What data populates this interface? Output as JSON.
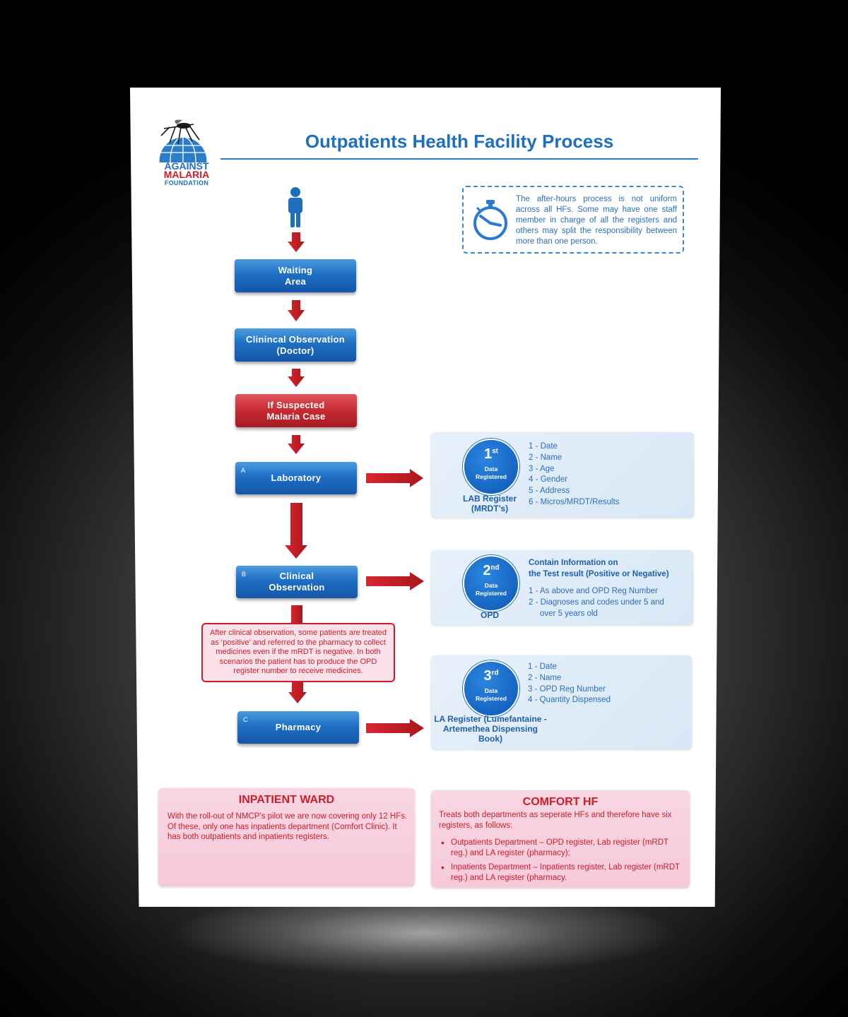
{
  "logo": {
    "line1": "AGAINST",
    "line2": "MALARIA",
    "line3": "FOUNDATION"
  },
  "title": "Outpatients Health Facility Process",
  "note": "The after-hours process is not uniform across all HFs. Some may have one staff member in charge of all the registers and others may split the responsibility between more than one person.",
  "process": {
    "waiting": "Waiting Area",
    "clinical_doctor": "Clinincal Observation (Doctor)",
    "suspected": "If Suspected Malaria Case",
    "lab_letter": "A",
    "lab": "Laboratory",
    "clinical_letter": "B",
    "clinical": "Clinical Observation",
    "pharmacy_letter": "C",
    "pharmacy": "Pharmacy"
  },
  "callout": "After clinical observation, some patients are treated as ‘positive’ and referred to the pharmacy to collect medicines even if the mRDT is negative. In both scenarios the patient has to produce the OPD register number to receive medicines.",
  "registers": [
    {
      "ordinal": "1",
      "suffix": "st",
      "circle_text": "Data Registered",
      "label": "LAB Register (MRDT’s)",
      "items": [
        "1 - Date",
        "2 - Name",
        "3 - Age",
        "4 - Gender",
        "5 - Address",
        "6 - Micros/MRDT/Results"
      ]
    },
    {
      "ordinal": "2",
      "suffix": "nd",
      "circle_text": "Data Registered",
      "label": "OPD",
      "heading_line1": "Contain Information on",
      "heading_line2": "the Test result (Positive or Negative)",
      "items": [
        "1 - As above and OPD Reg Number",
        "2 - Diagnoses and codes under 5 and",
        "over 5 years old"
      ]
    },
    {
      "ordinal": "3",
      "suffix": "rd",
      "circle_text": "Data Registered",
      "label": "LA Register (Lumefantaine - Artemethea Dispensing Book)",
      "items": [
        "1 - Date",
        "2 - Name",
        "3 - OPD Reg Number",
        "4 - Quantity Dispensed"
      ]
    }
  ],
  "inpatient": {
    "heading": "INPATIENT WARD",
    "text": "With the roll-out of NMCP’s pilot we are now covering only 12 HFs. Of these, only one has inpatients department (Comfort Clinic). It has both outpatients and inpatients registers."
  },
  "comfort": {
    "heading": "COMFORT HF",
    "text": "Treats both departments as seperate HFs and therefore have six registers, as follows:",
    "bullets": [
      "Outpatients Department – OPD register, Lab register (mRDT reg.) and LA register (pharmacy);",
      "Inpatients Department – Inpatients register, Lab register (mRDT reg.) and LA register (pharmacy."
    ]
  },
  "colors": {
    "blue": "#1f6fbf",
    "red": "#c8202a",
    "pink": "#f9d6e3",
    "panel": "#dde9f6"
  },
  "icons": [
    "mosquito-globe-logo",
    "person-icon",
    "stopwatch-icon",
    "down-arrow-icon",
    "right-arrow-icon"
  ]
}
